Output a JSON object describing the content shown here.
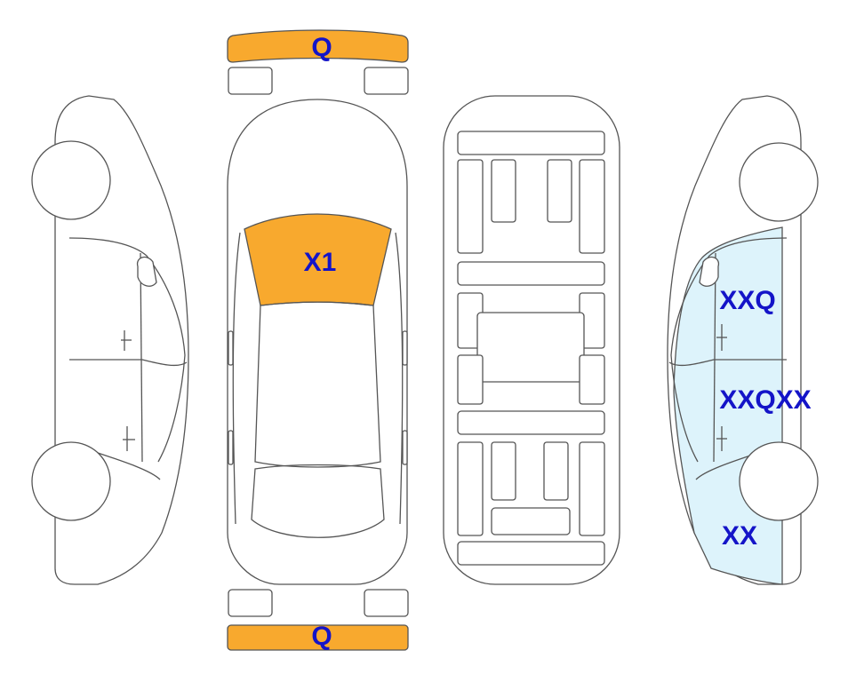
{
  "colors": {
    "damage_fill": "#F8A92E",
    "highlight_fill": "#DDF3FB",
    "label_color": "#1414C8",
    "outline": "#555555"
  },
  "labels": {
    "front_bumper": "Q",
    "rear_bumper": "Q",
    "windshield": "X1",
    "right_front_door": "XXQ",
    "right_rear_door": "XXQXX",
    "right_rear_quarter": "XX"
  }
}
